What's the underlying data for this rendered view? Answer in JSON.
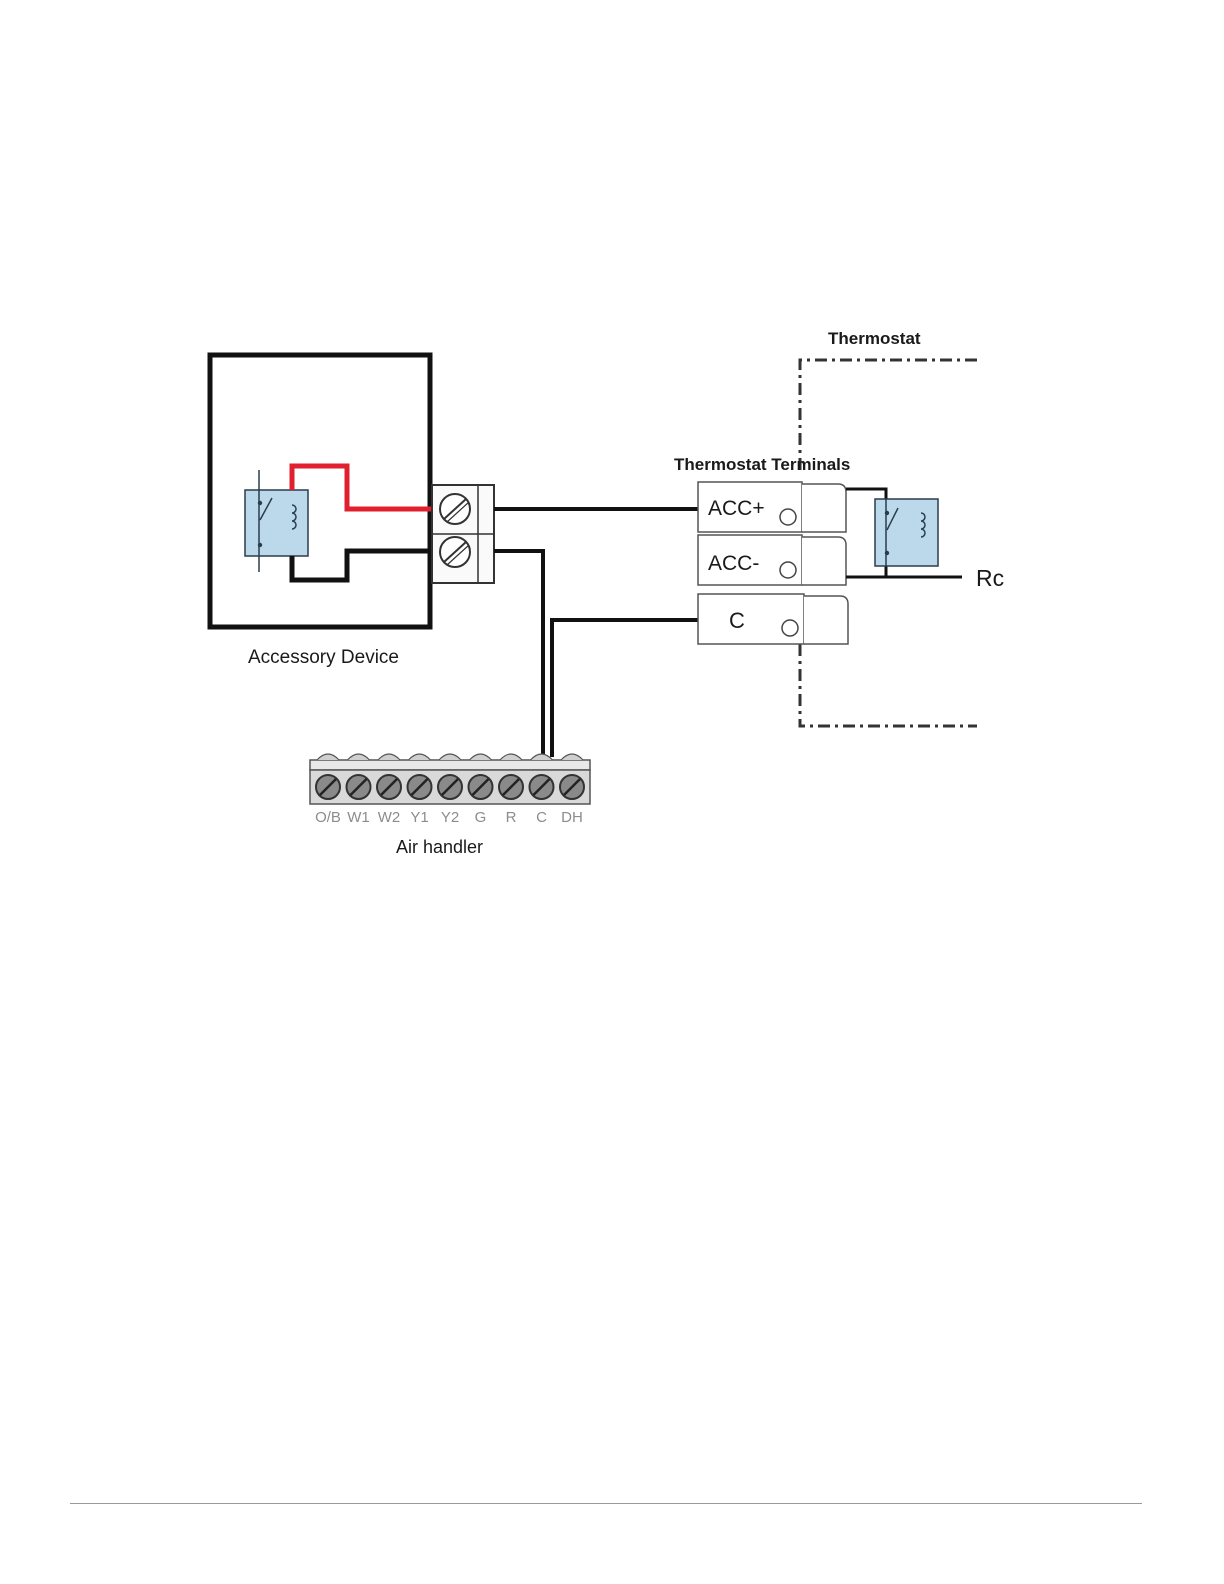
{
  "diagram": {
    "thermostat_label": "Thermostat",
    "terminals_label": "Thermostat Terminals",
    "terminals": [
      "ACC+",
      "ACC-",
      "C"
    ],
    "rc_label": "Rc",
    "accessory_label": "Accessory Device",
    "air_handler_label": "Air handler",
    "air_handler_terminals": [
      "O/B",
      "W1",
      "W2",
      "Y1",
      "Y2",
      "G",
      "R",
      "C",
      "DH"
    ]
  },
  "colors": {
    "wire": "#111111",
    "hot_wire": "#e0202e",
    "relay_fill": "#bcd9ec",
    "terminal_fill": "#ffffff"
  }
}
